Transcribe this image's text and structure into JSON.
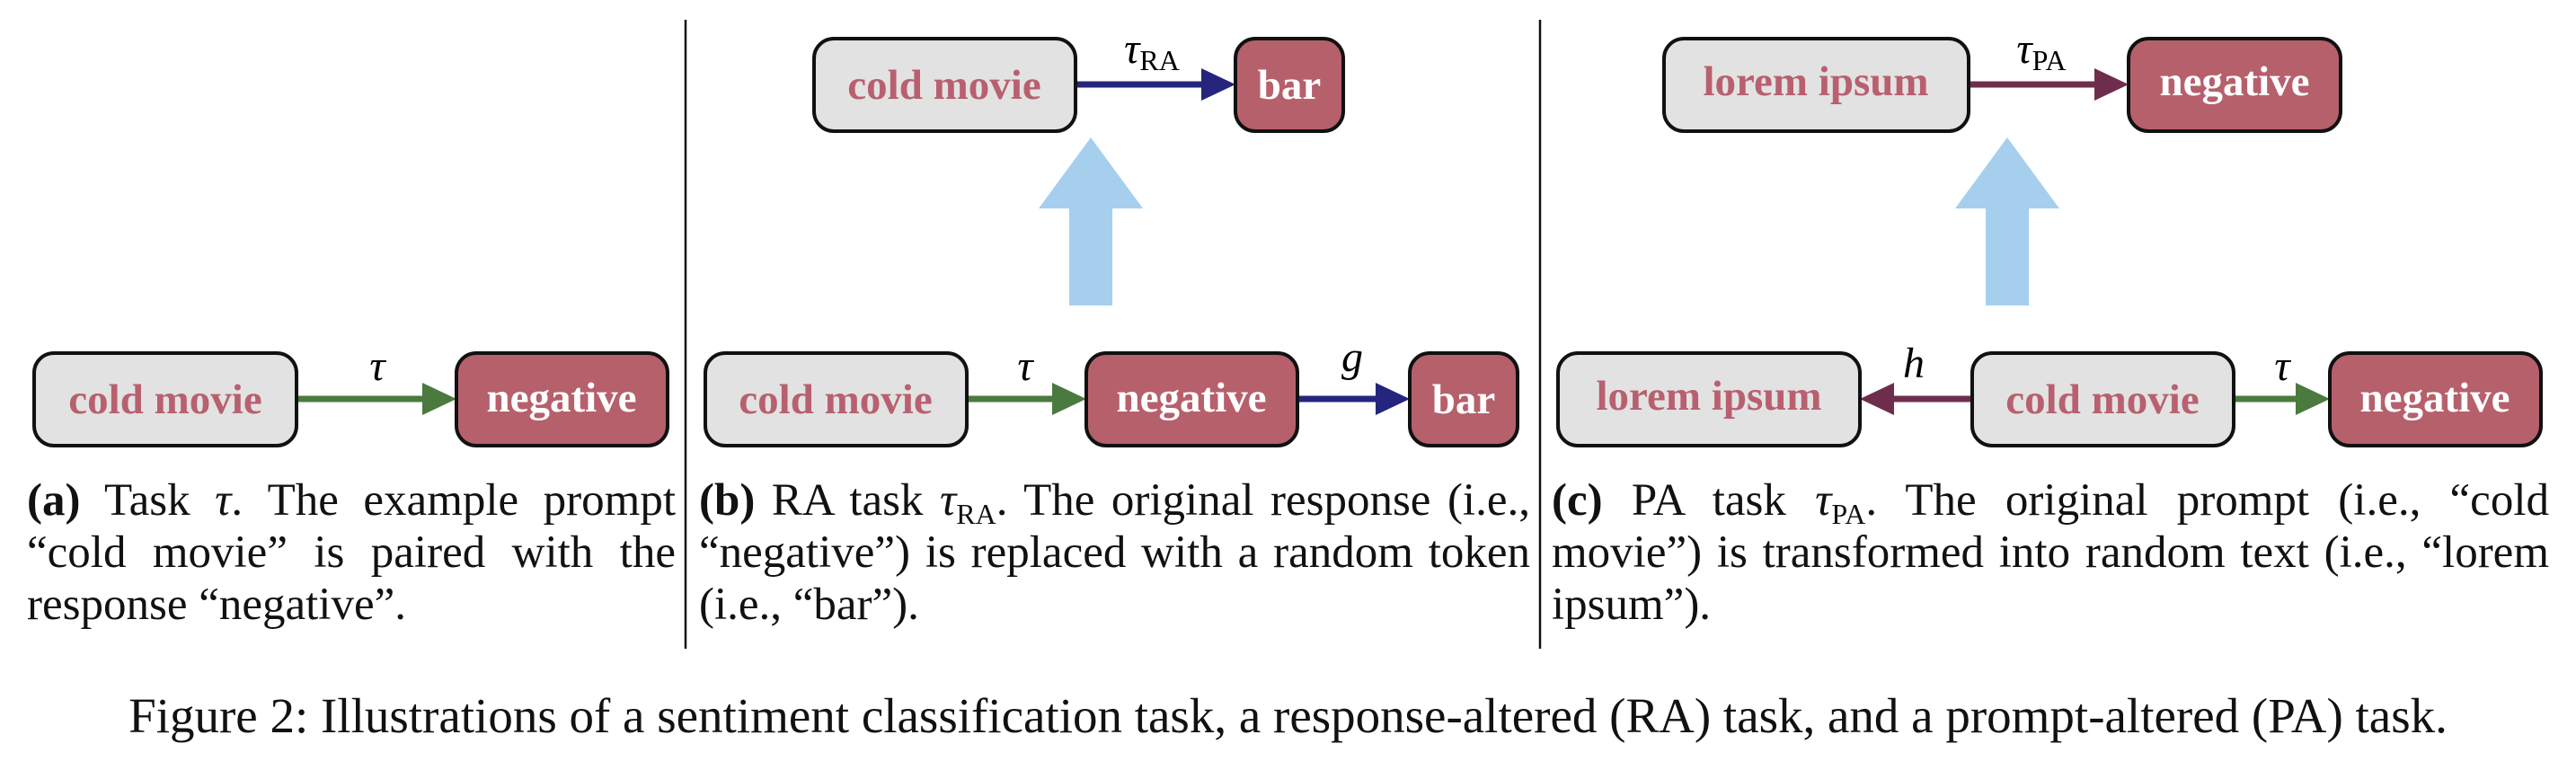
{
  "colors": {
    "prompt_fill": "#e2e2e2",
    "prompt_text": "#b8606f",
    "response_fill": "#b6606c",
    "response_text": "#ffffff",
    "task_arrow": "#4a7a3e",
    "ra_arrow": "#25257d",
    "pa_arrow": "#6e2d4d",
    "transform_arrow": "#a6cfee",
    "node_border": "#111111"
  },
  "panel_a": {
    "prompt": "cold movie",
    "response": "negative",
    "task_label": "τ",
    "caption_tag": "(a)",
    "caption_parts": [
      "Task ",
      "τ",
      ". The example prompt “cold movie” is paired with the response “negative”."
    ]
  },
  "panel_b": {
    "top_prompt": "cold movie",
    "top_response": "bar",
    "top_label": "τ",
    "top_label_sub": "RA",
    "bottom_prompt": "cold movie",
    "bottom_response": "negative",
    "bottom_random": "bar",
    "task_label": "τ",
    "g_label": "g",
    "caption_tag": "(b)",
    "caption_parts": [
      "RA task ",
      "τ",
      "RA",
      ". The original response (i.e., “negative”) is replaced with a random token (i.e., “bar”)."
    ]
  },
  "panel_c": {
    "top_prompt": "lorem ipsum",
    "top_response": "negative",
    "top_label": "τ",
    "top_label_sub": "PA",
    "bottom_random": "lorem ipsum",
    "bottom_prompt": "cold movie",
    "bottom_response": "negative",
    "h_label": "h",
    "task_label": "τ",
    "caption_tag": "(c)",
    "caption_parts": [
      "PA task ",
      "τ",
      "PA",
      ". The original prompt (i.e., “cold movie”) is transformed into random text (i.e., “lorem ipsum”)."
    ]
  },
  "figure_caption": "Figure 2: Illustrations of a sentiment classification task, a response-altered (RA) task, and a prompt-altered (PA) task."
}
